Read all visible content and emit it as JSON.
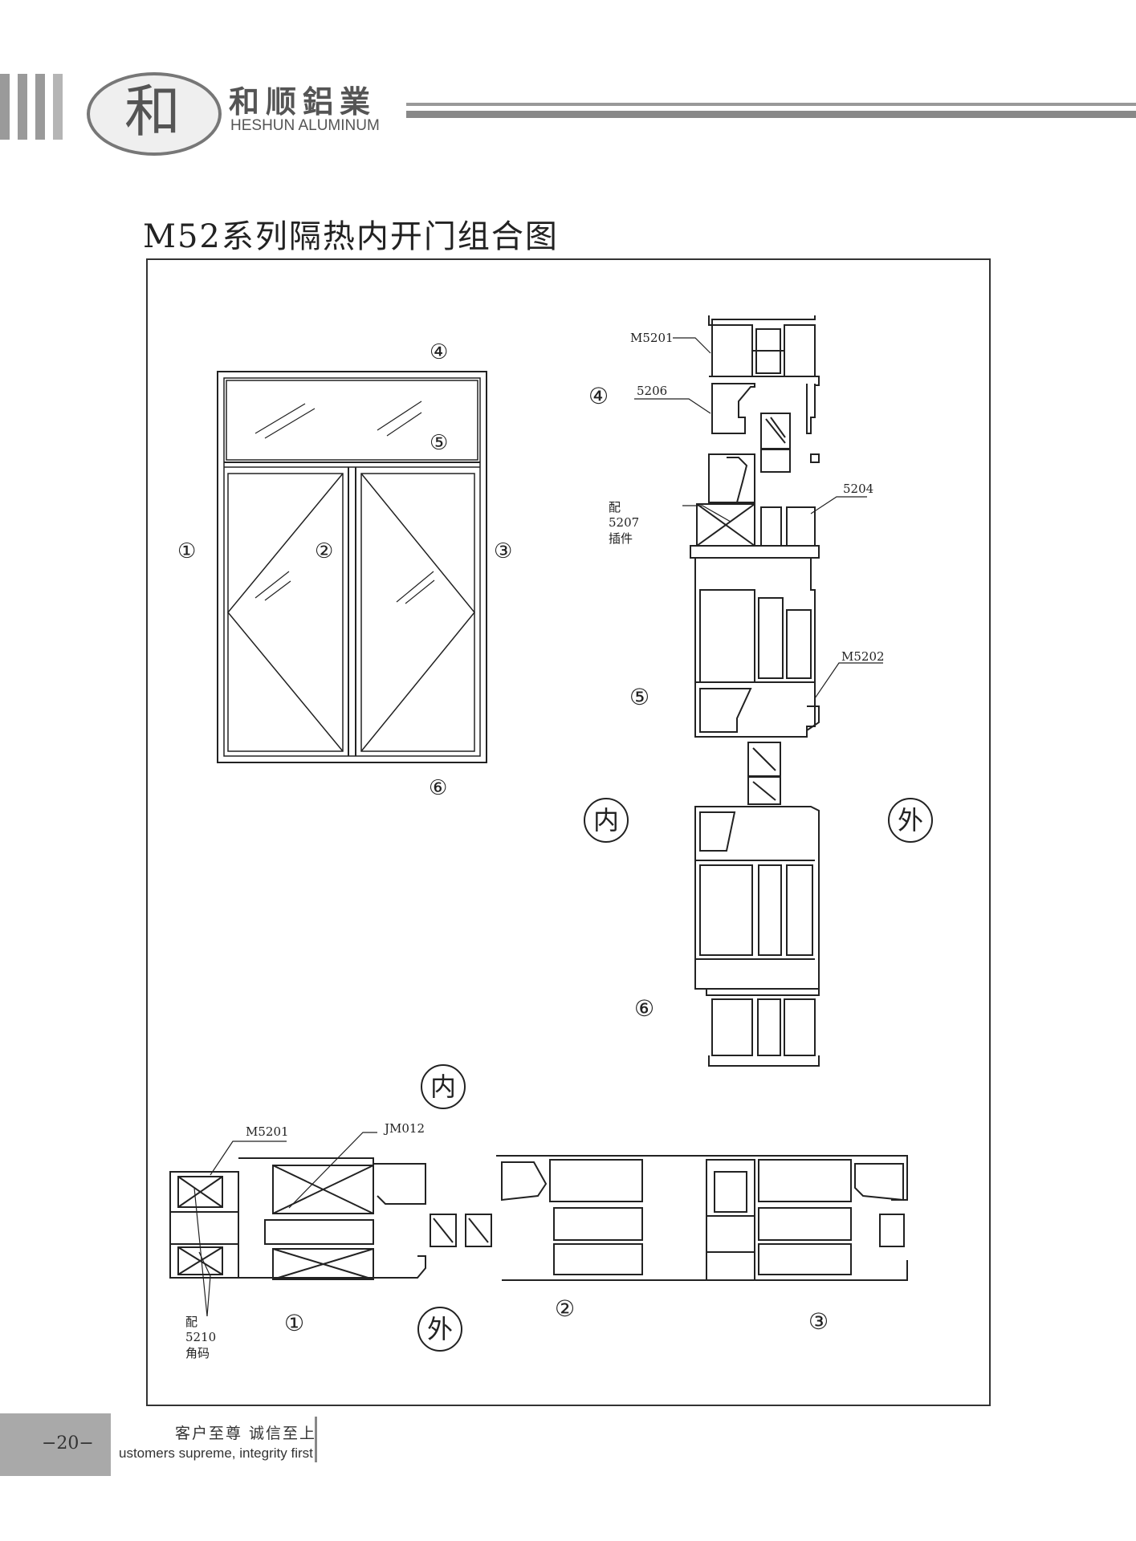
{
  "header": {
    "brand_cn": "和顺鋁業",
    "brand_en": "HESHUN ALUMINUM"
  },
  "title": "M52系列隔热内开门组合图",
  "elevation": {
    "callouts": [
      "①",
      "②",
      "③",
      "④",
      "⑤",
      "⑥"
    ]
  },
  "section_vertical": {
    "callouts": [
      "④",
      "⑤",
      "⑥"
    ],
    "labels": [
      "M5201",
      "5206",
      "5204",
      "配5207插件",
      "M5202"
    ],
    "inside_label": "内",
    "outside_label": "外"
  },
  "section_horizontal": {
    "callouts": [
      "①",
      "②",
      "③"
    ],
    "labels": [
      "M5201",
      "JM012",
      "配5210角码"
    ],
    "inside_label": "内",
    "outside_label": "外"
  },
  "footer": {
    "page_number": "−20−",
    "slogan_cn": "客户至尊  诚信至上",
    "slogan_en": "ustomers supreme, integrity first"
  }
}
